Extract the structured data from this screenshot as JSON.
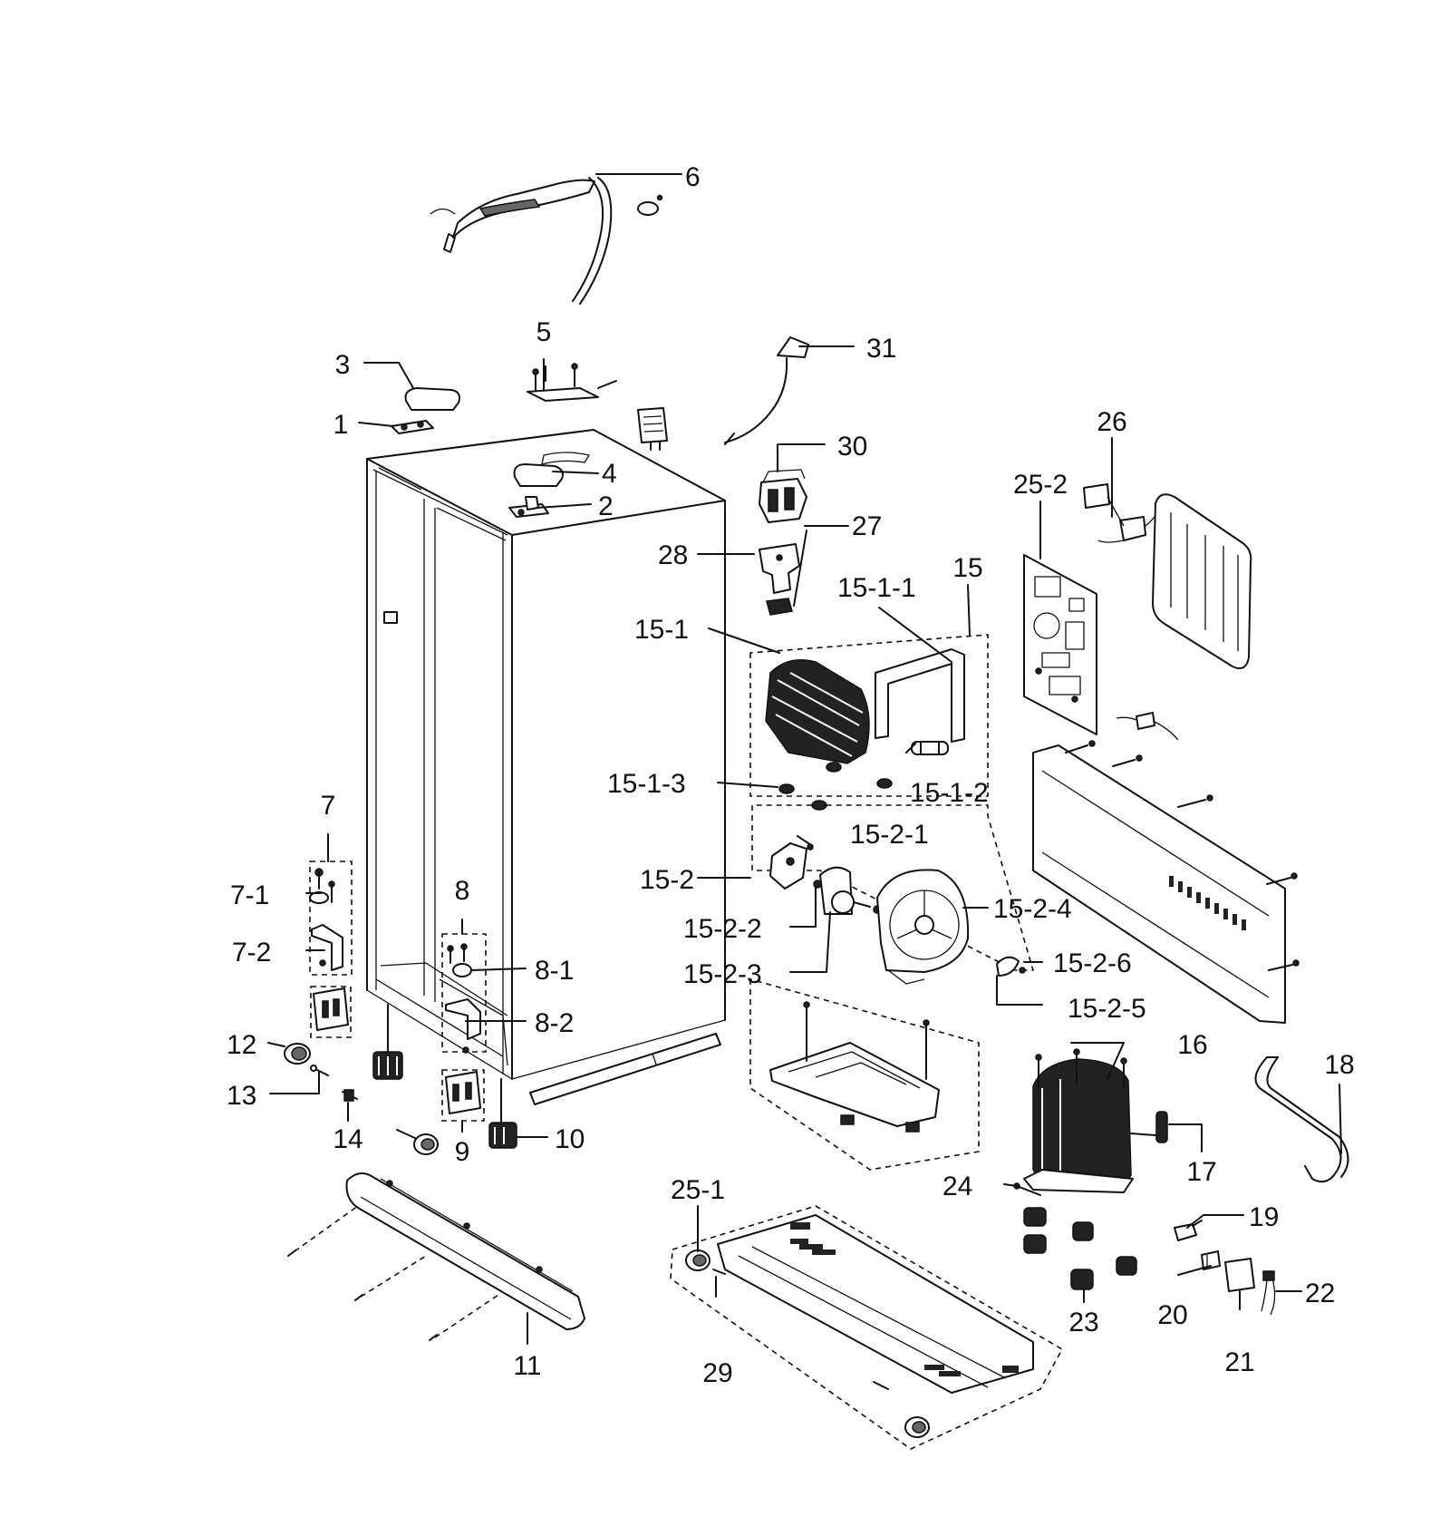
{
  "diagram": {
    "callouts": [
      {
        "id": "c1",
        "text": "1"
      },
      {
        "id": "c2",
        "text": "2"
      },
      {
        "id": "c3",
        "text": "3"
      },
      {
        "id": "c4",
        "text": "4"
      },
      {
        "id": "c5",
        "text": "5"
      },
      {
        "id": "c6",
        "text": "6"
      },
      {
        "id": "c7",
        "text": "7"
      },
      {
        "id": "c7_1",
        "text": "7-1"
      },
      {
        "id": "c7_2",
        "text": "7-2"
      },
      {
        "id": "c8",
        "text": "8"
      },
      {
        "id": "c8_1",
        "text": "8-1"
      },
      {
        "id": "c8_2",
        "text": "8-2"
      },
      {
        "id": "c9",
        "text": "9"
      },
      {
        "id": "c10",
        "text": "10"
      },
      {
        "id": "c11",
        "text": "11"
      },
      {
        "id": "c12",
        "text": "12"
      },
      {
        "id": "c13",
        "text": "13"
      },
      {
        "id": "c14",
        "text": "14"
      },
      {
        "id": "c15",
        "text": "15"
      },
      {
        "id": "c15_1",
        "text": "15-1"
      },
      {
        "id": "c15_1_1",
        "text": "15-1-1"
      },
      {
        "id": "c15_1_2",
        "text": "15-1-2"
      },
      {
        "id": "c15_1_3",
        "text": "15-1-3"
      },
      {
        "id": "c15_2",
        "text": "15-2"
      },
      {
        "id": "c15_2_1",
        "text": "15-2-1"
      },
      {
        "id": "c15_2_2",
        "text": "15-2-2"
      },
      {
        "id": "c15_2_3",
        "text": "15-2-3"
      },
      {
        "id": "c15_2_4",
        "text": "15-2-4"
      },
      {
        "id": "c15_2_5",
        "text": "15-2-5"
      },
      {
        "id": "c15_2_6",
        "text": "15-2-6"
      },
      {
        "id": "c16",
        "text": "16"
      },
      {
        "id": "c17",
        "text": "17"
      },
      {
        "id": "c18",
        "text": "18"
      },
      {
        "id": "c19",
        "text": "19"
      },
      {
        "id": "c20",
        "text": "20"
      },
      {
        "id": "c21",
        "text": "21"
      },
      {
        "id": "c22",
        "text": "22"
      },
      {
        "id": "c23",
        "text": "23"
      },
      {
        "id": "c24",
        "text": "24"
      },
      {
        "id": "c25_1",
        "text": "25-1"
      },
      {
        "id": "c25_2",
        "text": "25-2"
      },
      {
        "id": "c26",
        "text": "26"
      },
      {
        "id": "c27",
        "text": "27"
      },
      {
        "id": "c28",
        "text": "28"
      },
      {
        "id": "c29",
        "text": "29"
      },
      {
        "id": "c30",
        "text": "30"
      },
      {
        "id": "c31",
        "text": "31"
      }
    ]
  }
}
